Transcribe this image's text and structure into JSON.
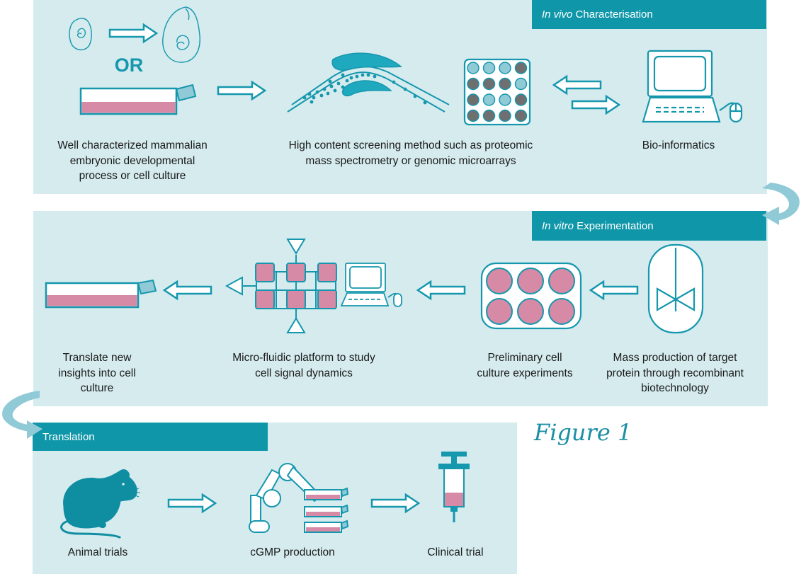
{
  "figure_label": "Figure 1",
  "sections": {
    "in_vivo": {
      "label_italic": "In vivo",
      "label_rest": " Characterisation"
    },
    "in_vitro": {
      "label_italic": "In vitro",
      "label_rest": " Experimentation"
    },
    "translation": {
      "label": "Translation"
    }
  },
  "or_label": "OR",
  "captions": {
    "embryonic": [
      "Well characterized mammalian",
      "embryonic developmental",
      "process or cell culture"
    ],
    "screening": [
      "High content screening method such as proteomic",
      "mass spectrometry or genomic microarrays"
    ],
    "bioinformatics": [
      "Bio-informatics"
    ],
    "translate": [
      "Translate new",
      "insights into cell",
      "culture"
    ],
    "microfluidic": [
      "Micro-fluidic platform to study",
      "cell signal dynamics"
    ],
    "preliminary": [
      "Preliminary cell",
      "culture experiments"
    ],
    "mass_production": [
      "Mass production of target",
      "protein through recombinant",
      "biotechnology"
    ],
    "animal": [
      "Animal trials"
    ],
    "cgmp": [
      "cGMP production"
    ],
    "clinical": [
      "Clinical trial"
    ]
  },
  "colors": {
    "panel": "#d5ebee",
    "accent": "#0f97a9",
    "stroke": "#1597ad",
    "pink": "#d68aa6",
    "curve_arrow": "#8fcad6"
  },
  "icons": [
    "embryo-icon",
    "flask-icon",
    "mass-spec-icon",
    "microarray-icon",
    "computer-icon",
    "bioreactor-icon",
    "well-plate-icon",
    "microfluidic-chip-icon",
    "rat-icon",
    "robot-arm-icon",
    "syringe-icon",
    "arrow-icon"
  ]
}
